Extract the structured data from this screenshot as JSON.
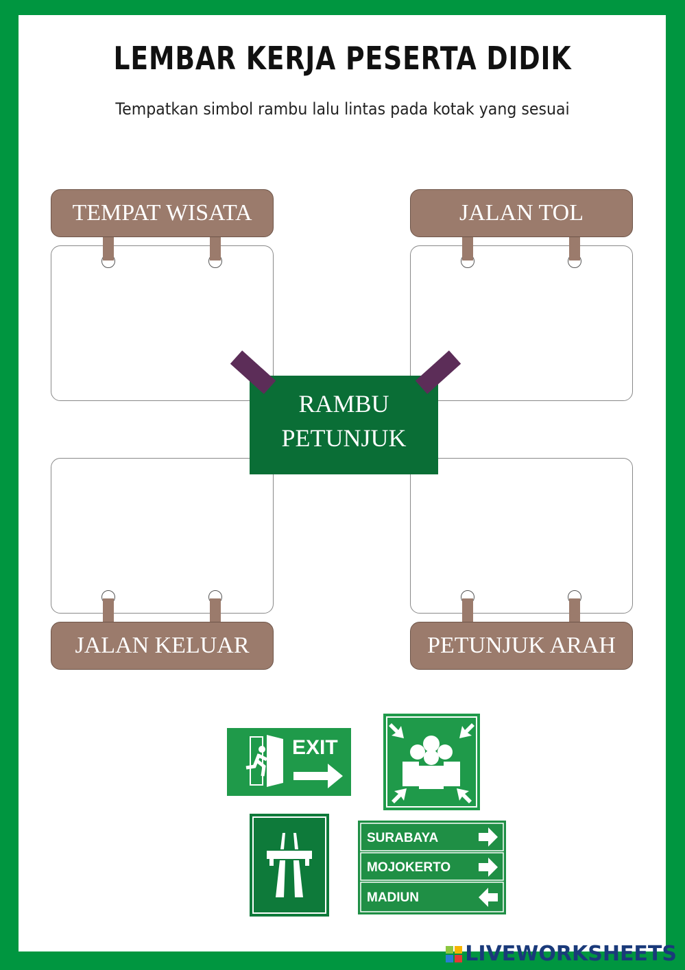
{
  "header": {
    "title": "LEMBAR KERJA PESERTA DIDIK",
    "subtitle": "Tempatkan simbol rambu lalu lintas pada kotak yang sesuai"
  },
  "categories": [
    "TEMPAT WISATA",
    "JALAN TOL",
    "JALAN KELUAR",
    "PETUNJUK ARAH"
  ],
  "center_label": {
    "line1": "RAMBU",
    "line2": "PETUNJUK"
  },
  "signs": {
    "exit_text": "EXIT",
    "directions": [
      "SURABAYA",
      "MOJOKERTO",
      "MADIUN"
    ]
  },
  "footer": {
    "brand": "LIVEWORKSHEETS",
    "logo_letters": "LIVE"
  },
  "colors": {
    "border": "#009640",
    "label": "#9b7b6c",
    "center": "#0a6e36",
    "tape": "#5c2d58",
    "sign": "#1f9a4a"
  }
}
